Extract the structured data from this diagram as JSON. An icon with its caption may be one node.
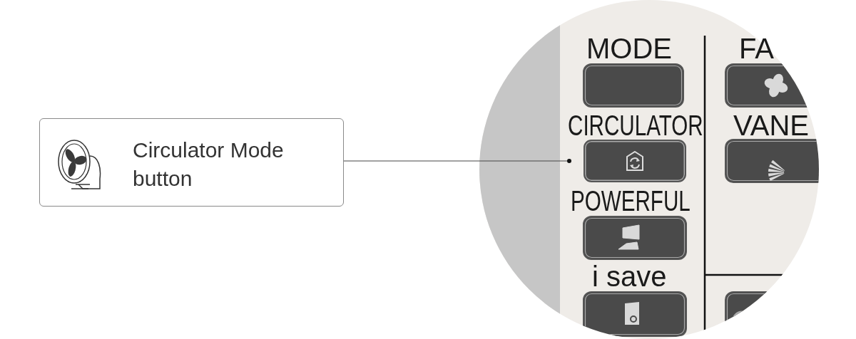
{
  "diagram": {
    "nodes": [
      {
        "text": [
          "Circulator Mode button"
        ]
      },
      {
        "text": [],
        "shape": "box"
      }
    ],
    "edges": [
      {
        "from": 0,
        "to": 1,
        "arrow": "other"
      }
    ],
    "labels": [
      "MODE",
      "FA",
      "CIRCULATOR",
      "VANE",
      "POWERFUL",
      "i save"
    ]
  }
}
